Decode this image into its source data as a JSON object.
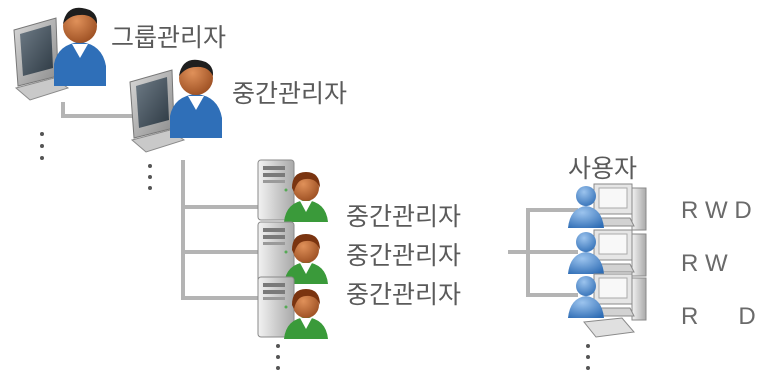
{
  "labels": {
    "group_admin": "그룹관리자",
    "middle_admin": "중간관리자",
    "middle_admin_1": "중간관리자",
    "middle_admin_2": "중간관리자",
    "middle_admin_3": "중간관리자",
    "users": "사용자"
  },
  "permissions": {
    "row1": "R W D",
    "row2": "R W",
    "row3": "R      D"
  },
  "icons": {
    "admin": "admin-at-computer-icon",
    "server": "server-admin-icon",
    "user": "user-at-workstation-icon",
    "ellipsis": "vertical-ellipsis-icon"
  },
  "colors": {
    "connector": "#b4b4b4",
    "text": "#5a5a5a",
    "admin_shirt": "#2f6fb8",
    "server_shirt": "#3a9a3a",
    "user_figure": "#4a86c8"
  }
}
